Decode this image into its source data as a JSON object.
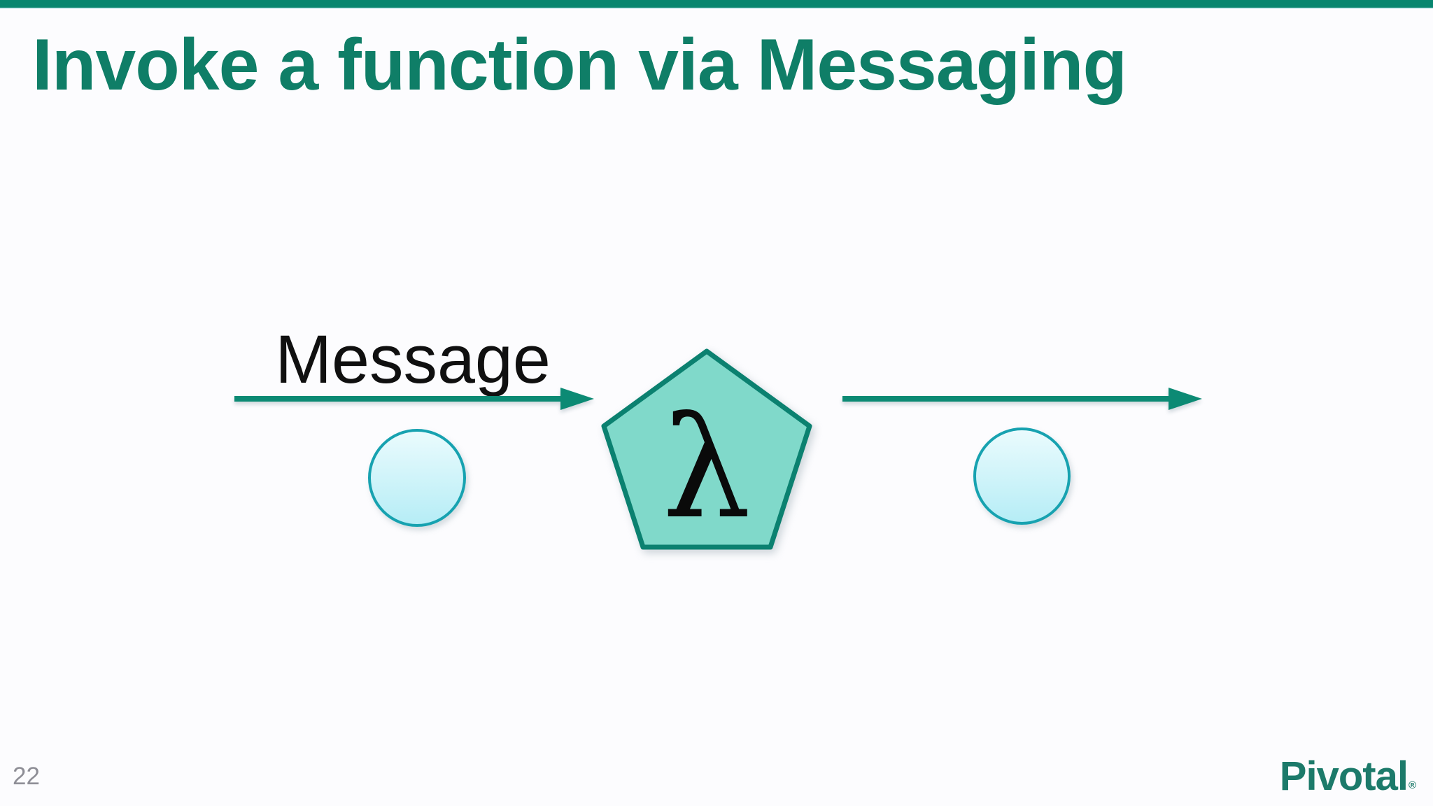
{
  "slide": {
    "title": "Invoke a function via Messaging",
    "page_number": "22",
    "brand": {
      "wordmark": "Pivotal",
      "mark": "®"
    }
  },
  "diagram": {
    "message_label": "Message",
    "lambda_symbol": "λ"
  },
  "colors": {
    "accent_teal": "#07866F",
    "title_teal": "#0F7E67",
    "arrow_teal": "#0C8A74",
    "pentagon_fill": "#80D9CA",
    "pentagon_border": "#0B8170",
    "circle_border": "#17A2B0",
    "circle_fill_top": "#EAFBFD",
    "circle_fill_bottom": "#B6EDF6",
    "page_number_gray": "#8E8E96",
    "brand_teal": "#1C7A6A",
    "slide_bg": "#FCFCFE",
    "label_black": "#101010"
  }
}
